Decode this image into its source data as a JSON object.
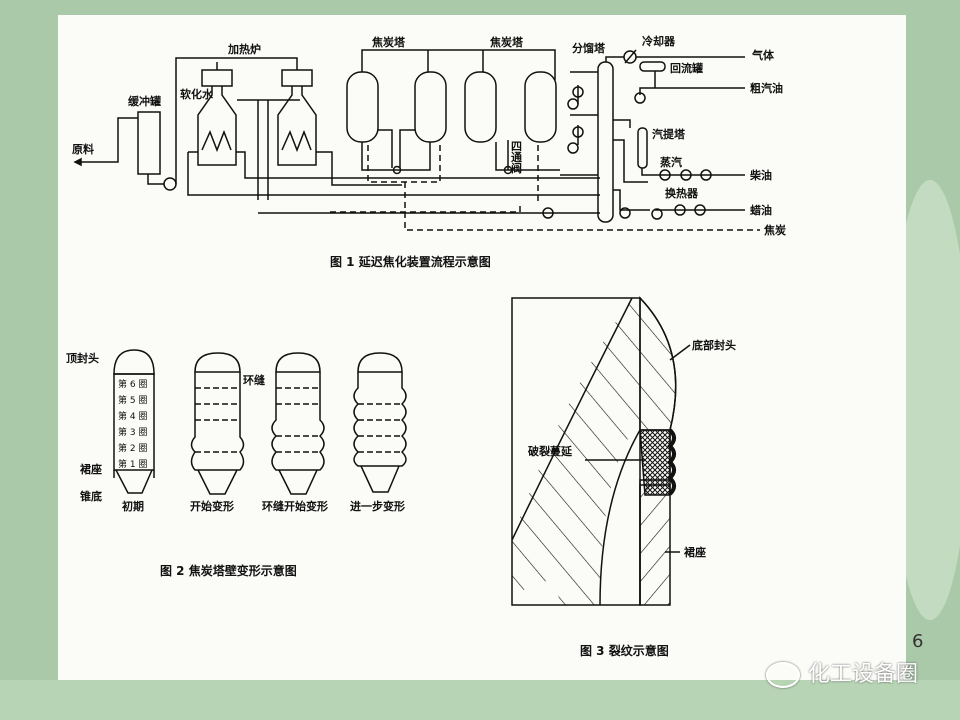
{
  "figure1": {
    "caption": "图 1   延迟焦化装置流程示意图",
    "labels": {
      "feed": "原料",
      "buffer_tank": "缓冲罐",
      "soft_water": "软化水",
      "furnace": "加热炉",
      "coke_drum_a": "焦炭塔",
      "coke_drum_b": "焦炭塔",
      "four_way_valve": "四通阀",
      "fractionator": "分馏塔",
      "cooler": "冷却器",
      "reflux_drum": "回流罐",
      "gas": "气体",
      "crude_gasoline": "粗汽油",
      "stripper": "汽提塔",
      "steam": "蒸汽",
      "heat_exchanger": "换热器",
      "diesel": "柴油",
      "wax_oil": "蜡油",
      "coke": "焦炭"
    }
  },
  "figure2": {
    "caption": "图 2   焦炭塔壁变形示意图",
    "top_head": "顶封头",
    "rings": [
      "第 6 圈",
      "第 5 圈",
      "第 4 圈",
      "第 3 圈",
      "第 2 圈",
      "第 1 圈"
    ],
    "skirt": "裙座",
    "cone_bottom": "锥底",
    "girth_weld": "环缝",
    "stages": [
      "初期",
      "开始变形",
      "环缝开始变形",
      "进一步变形"
    ]
  },
  "figure3": {
    "caption": "图 3   裂纹示意图",
    "bottom_head": "底部封头",
    "crack_spread": "破裂蔓延",
    "skirt": "裙座"
  },
  "page_number": "6",
  "watermark": "化工设备圈"
}
